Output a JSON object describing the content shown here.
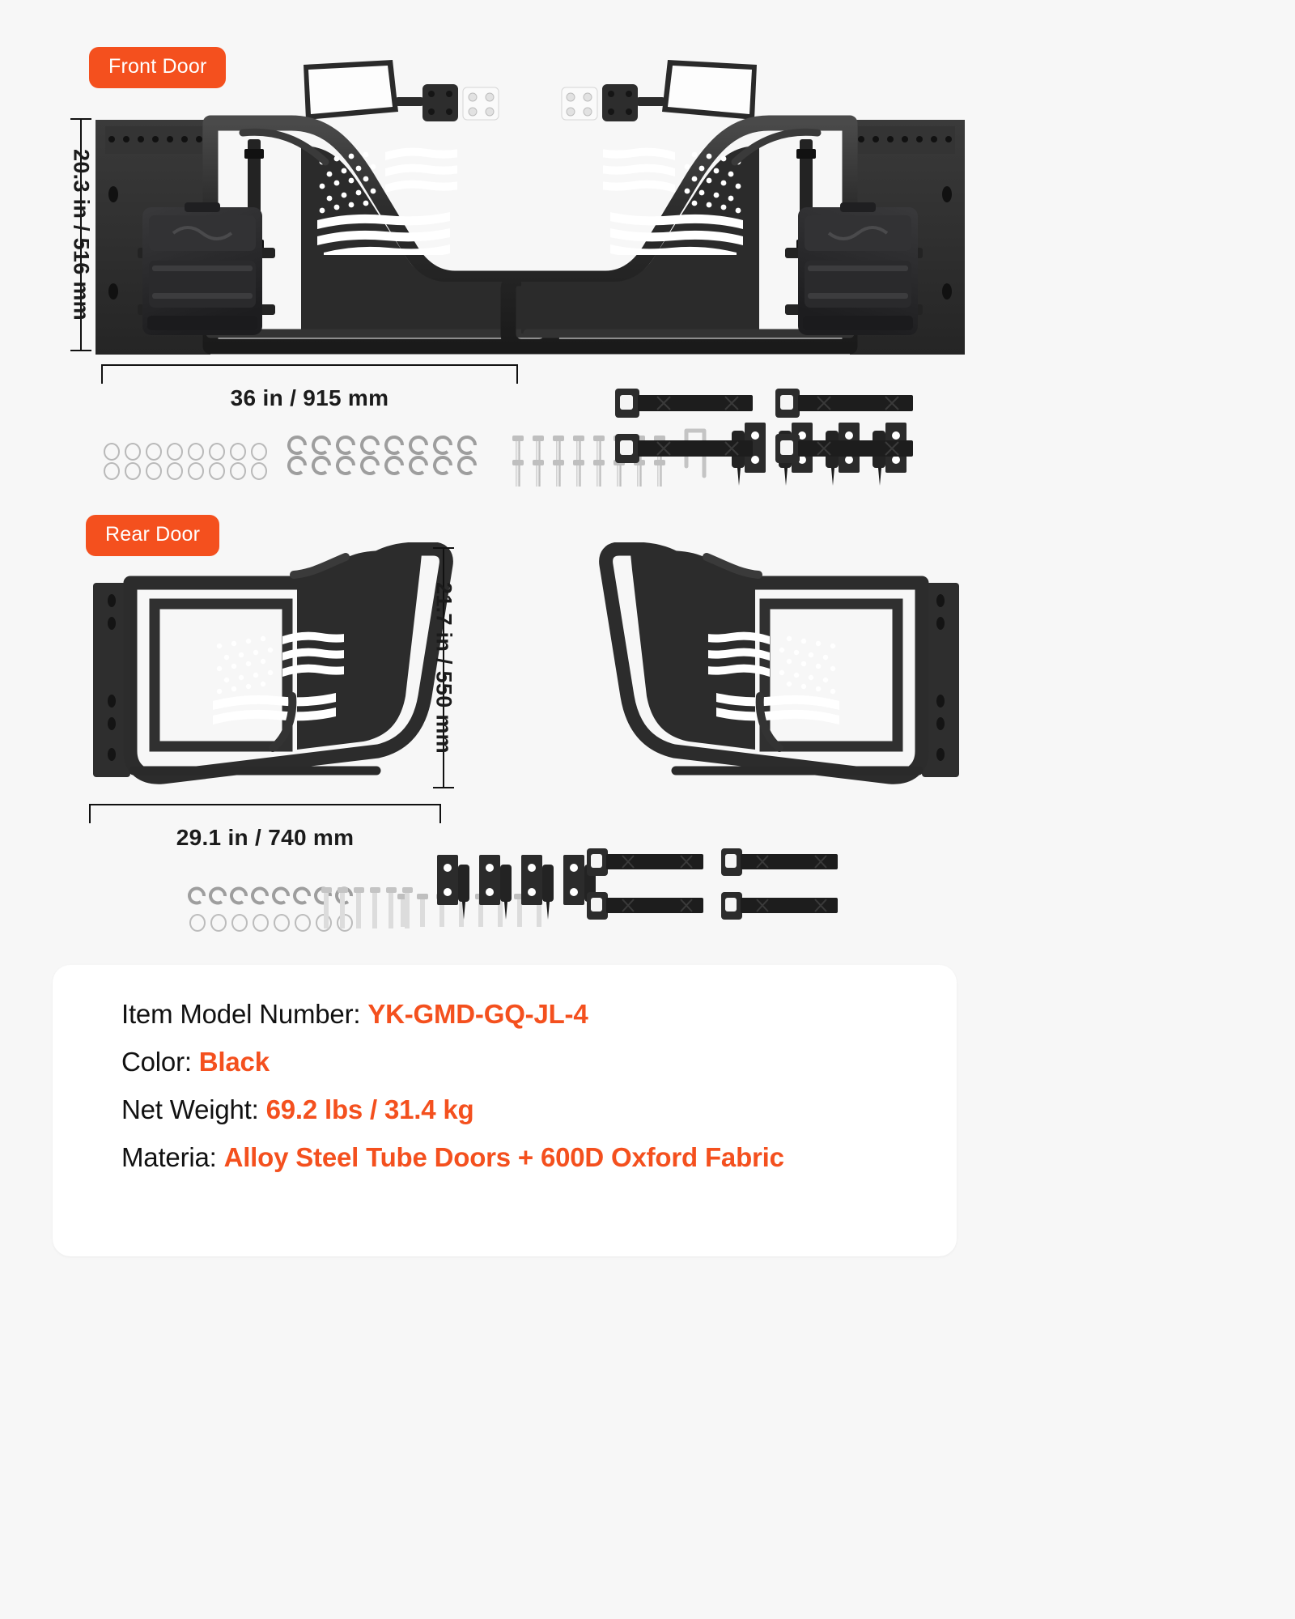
{
  "theme": {
    "background": "#f7f7f7",
    "accent": "#f4501e",
    "card_background": "#ffffff",
    "text": "#111111",
    "product_black": "#2f2f2f"
  },
  "sections": [
    {
      "id": "front",
      "badge_label": "Front Door",
      "height_label": "20.3 in / 516 mm",
      "width_label": "36 in / 915 mm",
      "parts": [
        "side-mirror-left",
        "side-mirror-right",
        "mirror-bracket-left",
        "mirror-bracket-right",
        "mirror-mount-plate-left",
        "mirror-mount-plate-right",
        "front-door-left",
        "front-door-right",
        "storage-pouch-left",
        "storage-pouch-right",
        "flag-cutout"
      ],
      "hardware": [
        {
          "name": "flat-washer",
          "rows": 2,
          "per_row": 8
        },
        {
          "name": "lock-washer",
          "rows": 2,
          "per_row": 8
        },
        {
          "name": "hex-bolt",
          "rows": 2,
          "per_row": 8
        },
        {
          "name": "allen-wrench",
          "rows": 1,
          "per_row": 1
        },
        {
          "name": "door-hinge",
          "rows": 1,
          "per_row": 4
        },
        {
          "name": "limiting-strap",
          "rows": 2,
          "per_row": 2
        }
      ]
    },
    {
      "id": "rear",
      "badge_label": "Rear Door",
      "height_label": "21.7 in / 550 mm",
      "width_label": "29.1 in / 740 mm",
      "parts": [
        "rear-door-left",
        "rear-door-right",
        "flag-cutout"
      ],
      "hardware": [
        {
          "name": "flat-washer",
          "rows": 2,
          "per_row": 8
        },
        {
          "name": "hex-bolt",
          "rows": 1,
          "per_row": 8
        },
        {
          "name": "door-hinge",
          "rows": 1,
          "per_row": 4
        },
        {
          "name": "limiting-strap",
          "rows": 2,
          "per_row": 2
        }
      ]
    }
  ],
  "spec_card": {
    "rows": [
      {
        "label": "Item Model Number:",
        "value": "YK-GMD-GQ-JL-4"
      },
      {
        "label": "Color:",
        "value": "Black"
      },
      {
        "label": "Net Weight:",
        "value": "69.2 lbs / 31.4 kg"
      },
      {
        "label": "Materia:",
        "value": "Alloy Steel Tube Doors + 600D Oxford Fabric"
      }
    ]
  }
}
